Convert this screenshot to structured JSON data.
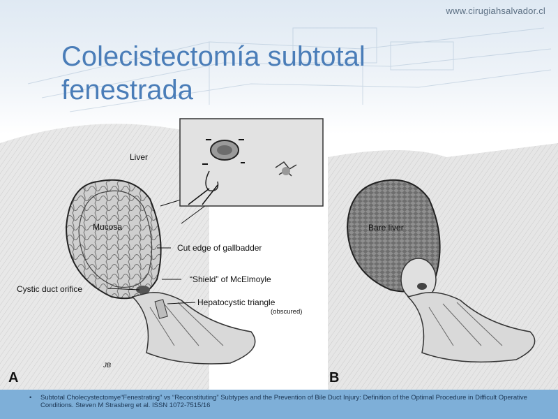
{
  "header": {
    "url": "www.cirugiahsalvador.cl"
  },
  "slide": {
    "title": "Colecistectomía subtotal fenestrada"
  },
  "figure": {
    "labels": {
      "liver": "Liver",
      "mucosa": "Mucosa",
      "cut_edge": "Cut edge of gallbadder",
      "shield": "“Shield” of McElmoyle",
      "cystic_duct_orifice": "Cystic duct orifice",
      "hepatocystic_triangle": "Hepatocystic triangle",
      "obscured": "(obscured)",
      "bare_liver": "Bare liver",
      "signature": "JB"
    },
    "panels": {
      "a": "A",
      "b": "B"
    }
  },
  "footer": {
    "bullet": "•",
    "citation": "Subtotal Cholecystectomye“Fenestrating” vs “Reconstituting” Subtypes and the Prevention of Bile Duct Injury: Definition of the Optimal Procedure in Difficult Operative Conditions. Steven M Strasberg et al. ISSN 1072-7515/16"
  },
  "colors": {
    "title": "#4a7db8",
    "footer_band": "#7eafd8"
  }
}
